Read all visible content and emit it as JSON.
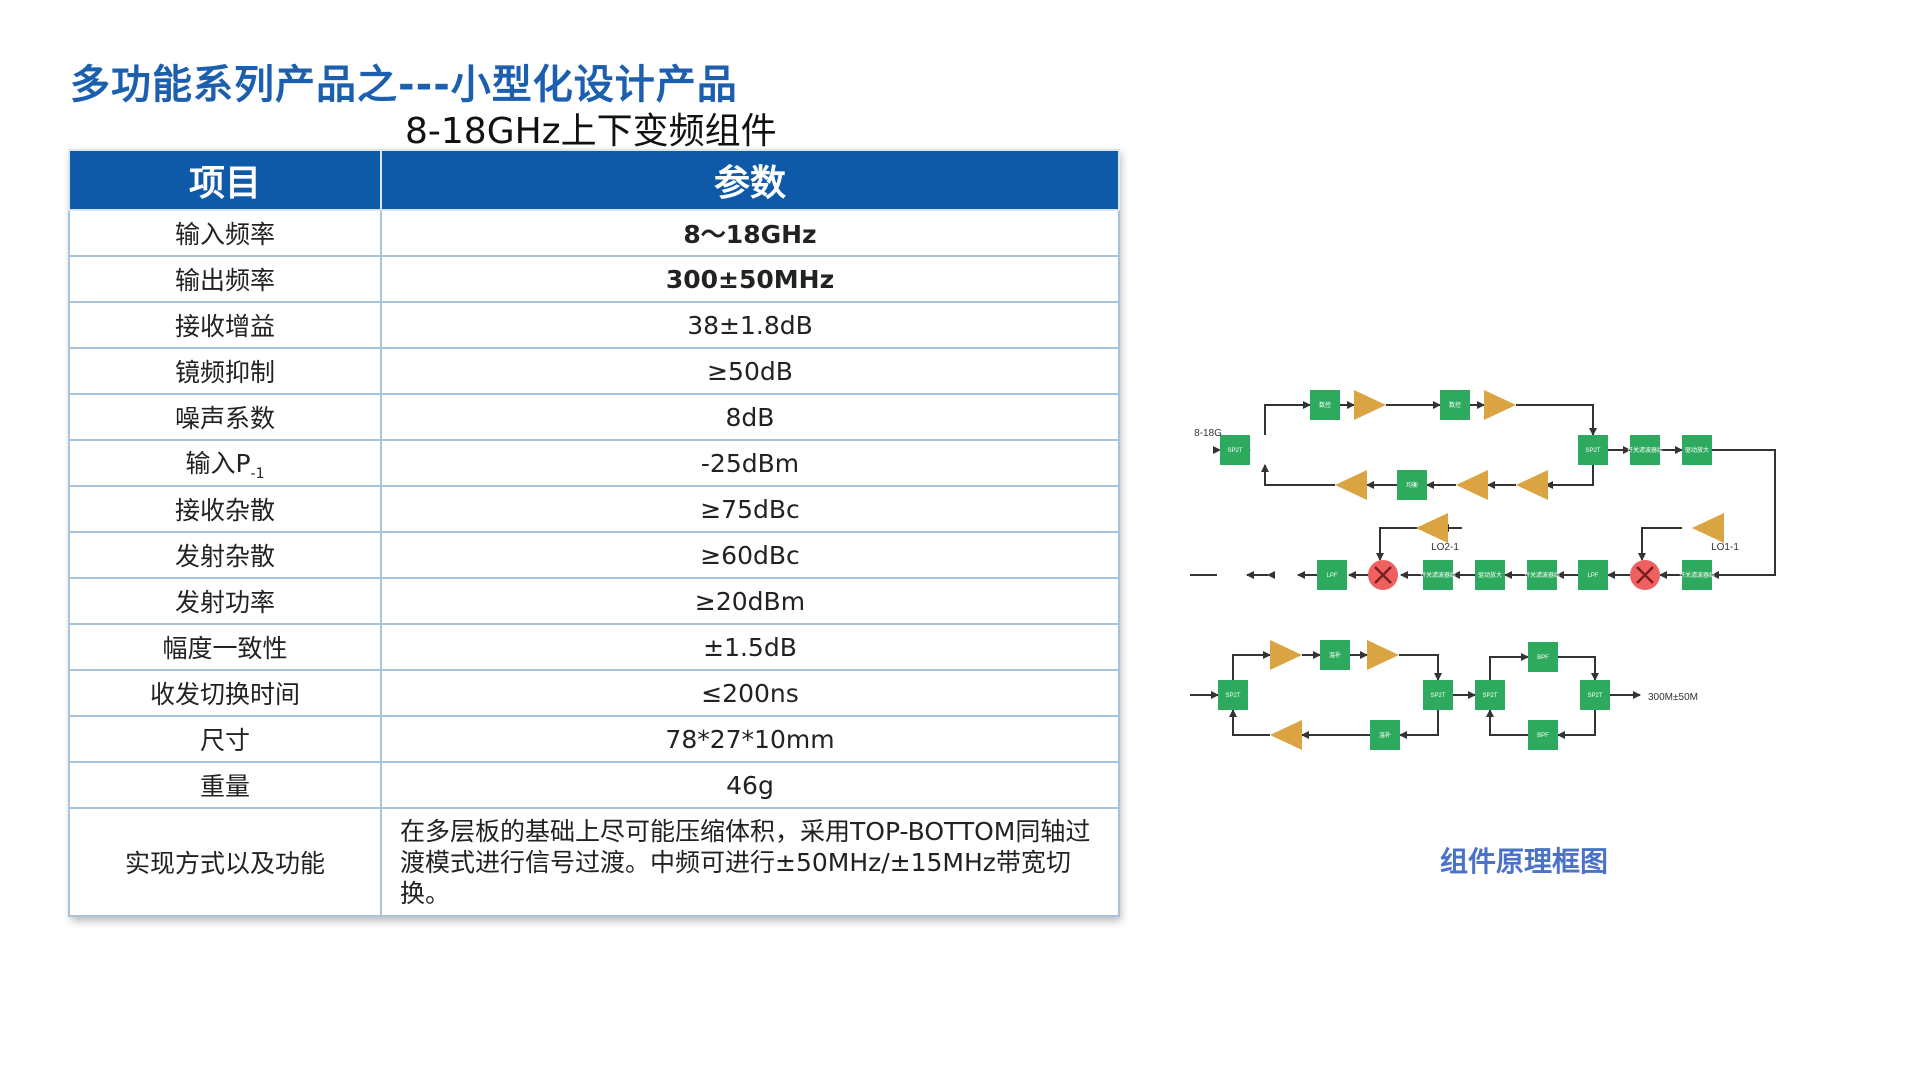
{
  "title": "多功能系列产品之---小型化设计产品",
  "subtitle": "8-18GHz上下变频组件",
  "table": {
    "headers": [
      "项目",
      "参数"
    ],
    "rows": [
      {
        "item": "输入频率",
        "value": "8～18GHz"
      },
      {
        "item": "输出频率",
        "value": "300±50MHz"
      },
      {
        "item": "接收增益",
        "value": "38±1.8dB"
      },
      {
        "item": "镜频抑制",
        "value": "≥50dB"
      },
      {
        "item": "噪声系数",
        "value": "8dB"
      },
      {
        "item": "输入P",
        "item_sub": "-1",
        "value": "-25dBm"
      },
      {
        "item": "接收杂散",
        "value": "≥75dBc"
      },
      {
        "item": "发射杂散",
        "value": "≥60dBc"
      },
      {
        "item": "发射功率",
        "value": "≥20dBm"
      },
      {
        "item": "幅度一致性",
        "value": "±1.5dB"
      },
      {
        "item": "收发切换时间",
        "value": "≤200ns"
      },
      {
        "item": "尺寸",
        "value": "78*27*10mm"
      },
      {
        "item": "重量",
        "value": "46g"
      },
      {
        "item": "实现方式以及功能",
        "value": "在多层板的基础上尽可能压缩体积，采用TOP-BOTTOM同轴过渡模式进行信号过渡。中频可进行±50MHz/±15MHz带宽切换。"
      }
    ]
  },
  "diagram": {
    "caption": "组件原理框图",
    "labels": {
      "rf_port": "8-18G",
      "if_port": "300M±50M",
      "lo2": "LO2-1",
      "lo1": "LO1-1",
      "sp2t": "SP2T",
      "shukong": "数控",
      "junheng": "均衡",
      "switch_filter": "开关滤波器组",
      "amp": "驱动放大",
      "lpf": "LPF",
      "bpf": "BPF",
      "wendu": "温补"
    },
    "colors": {
      "block": "#2eaa5e",
      "amp": "#d9a441",
      "mixer": "#f06060",
      "line": "#333333"
    }
  }
}
